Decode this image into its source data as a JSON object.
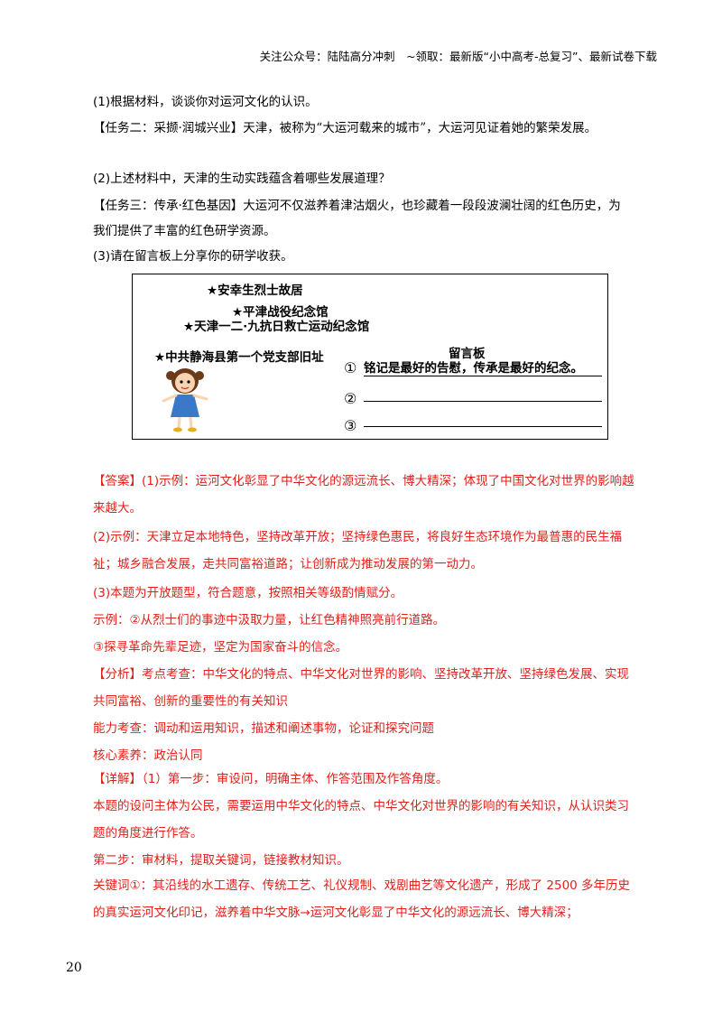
{
  "header": "关注公众号：陆陆高分冲刺　~领取：最新版“小中高考-总复习”、最新试卷下载",
  "question1": "(1)根据材料，谈谈你对运河文化的认识。",
  "task2": "【任务二：采撷·润城兴业】天津，被称为“大运河载来的城市”，大运河见证着她的繁荣发展。",
  "question2": "(2)上述材料中，天津的生动实践蕴含着哪些发展道理？",
  "task3_line1": "【任务三：传承·红色基因】大运河不仅滋养着津沽烟火，也珍藏着一段段波澜壮阔的红色历史，为",
  "task3_line2": "我们提供了丰富的红色研学资源。",
  "question3": "(3)请在留言板上分享你的研学收获。",
  "board": {
    "sites": [
      "★安幸生烈士故居",
      "★平津战役纪念馆",
      "★天津一二·九抗日救亡运动纪念馆",
      "★中共静海县第一个党支部旧址"
    ],
    "note_title": "留言板",
    "numbers": [
      "①",
      "②",
      "③"
    ],
    "note1": "铭记是最好的告慰，传承是最好的纪念。"
  },
  "answer": {
    "p1": "【答案】(1)示例：运河文化彰显了中华文化的源远流长、博大精深；体现了中国文化对世界的影响越来越大。",
    "p2": "(2)示例：天津立足本地特色，坚持改革开放；坚持绿色惠民，将良好生态环境作为最普惠的民生福祉；城乡融合发展，走共同富裕道路；让创新成为推动发展的第一动力。",
    "p3": "(3)本题为开放题型，符合题意，按照相关等级酌情赋分。",
    "p4": "示例：②从烈士们的事迹中汲取力量，让红色精神照亮前行道路。",
    "p5": "③探寻革命先辈足迹，坚定为国家奋斗的信念。",
    "p6": "【分析】考点考查：中华文化的特点、中华文化对世界的影响、坚持改革开放、坚持绿色发展、实现共同富裕、创新的重要性的有关知识",
    "p7": "能力考查：调动和运用知识，描述和阐述事物，论证和探究问题",
    "p8": "核心素养：政治认同",
    "p9": "【详解】（1）第一步：审设问，明确主体、作答范围及作答角度。",
    "p10": "本题的设问主体为公民，需要运用中华文化的特点、中华文化对世界的影响的有关知识，从认识类习题的角度进行作答。",
    "p11": "第二步：审材料，提取关键词，链接教材知识。",
    "p12": "关键词①：其沿线的水工遗存、传统工艺、礼仪规制、戏剧曲艺等文化遗产，形成了 2500 多年历史的真实运河文化印记，滋养着中华文脉→运河文化彰显了中华文化的源远流长、博大精深；"
  },
  "page_number": "20"
}
